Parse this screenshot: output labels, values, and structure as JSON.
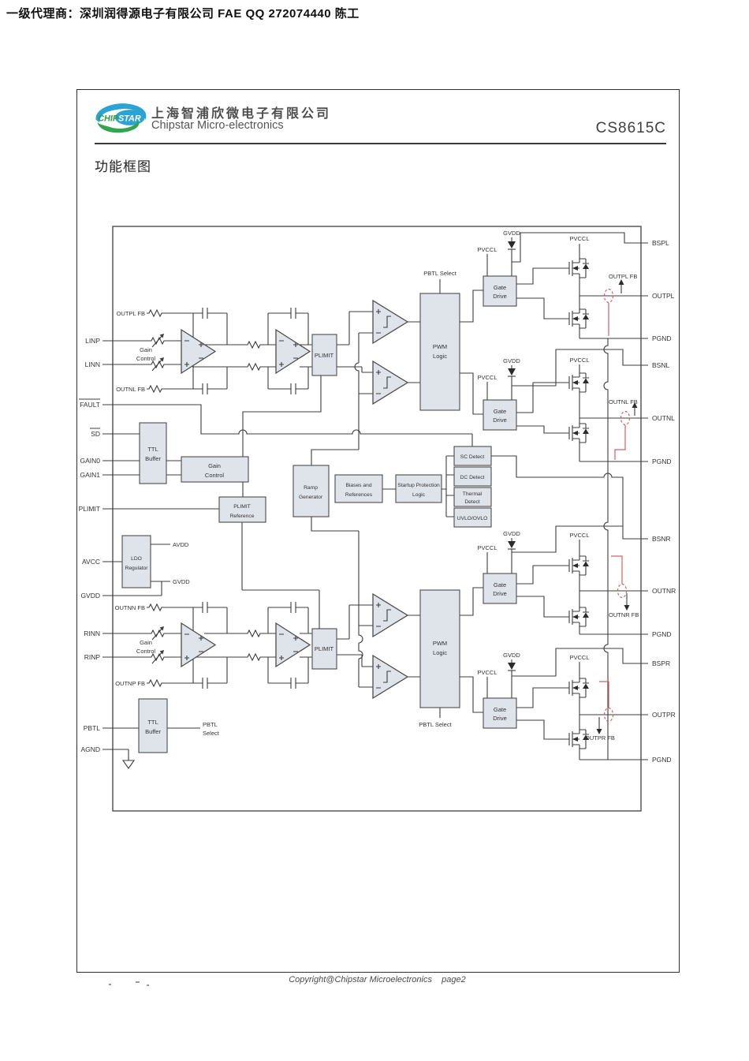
{
  "header": {
    "distributor_line": "一级代理商：深圳润得源电子有限公司  FAE QQ  272074440 陈工"
  },
  "brand": {
    "logo_chip": "CHIP",
    "logo_star": "STAR",
    "company_cn": "上海智浦欣微电子有限公司",
    "company_en": "Chipstar Micro-electronics",
    "part_number": "CS8615C"
  },
  "section": {
    "title": "功能框图"
  },
  "footer": {
    "copyright": "Copyright@Chipstar Microelectronics    page2"
  },
  "colors": {
    "accent_red": "#d95f5f",
    "block_fill": "#dfe3ea",
    "line": "#3c3c3c",
    "logo_blue": "#2ba3d4",
    "logo_green": "#33a64c"
  },
  "diagram": {
    "left_pins": [
      "LINP",
      "LINN",
      "FAULT",
      "SD",
      "GAIN0",
      "GAIN1",
      "PLIMIT",
      "AVCC",
      "GVDD",
      "RINN",
      "RINP",
      "PBTL",
      "AGND"
    ],
    "right_pins": [
      "BSPL",
      "OUTPL",
      "PGND",
      "BSNL",
      "OUTNL",
      "PGND",
      "BSNR",
      "OUTNR",
      "PGND",
      "BSPR",
      "OUTPR",
      "PGND"
    ],
    "labels": {
      "outpl_fb": "OUTPL FB",
      "outnl_fb": "OUTNL FB",
      "outnn_fb": "OUTNN FB",
      "outnp_fb": "OUTNP FB",
      "outnr_fb": "OUTNR FB",
      "outpr_fb": "OUTPR FB",
      "gain": "Gain",
      "control": "Control",
      "plimit": "PLIMIT",
      "reference": "Reference",
      "pwm": "PWM",
      "logic": "Logic",
      "gate": "Gate",
      "drive": "Drive",
      "pvccl": "PVCCL",
      "gvdd": "GVDD",
      "avdd": "AVDD",
      "pbtl_select": "PBTL Select",
      "pbtl_line": "PBTL",
      "select_line": "Select",
      "ttl": "TTL",
      "buffer": "Buffer",
      "ldo": "LDO",
      "regulator": "Regulator",
      "ramp": "Ramp",
      "generator": "Generator",
      "biases_and": "Biases and",
      "references": "References",
      "startup_protection": "Startup Protection",
      "sc_detect": "SC Detect",
      "dc_detect": "DC Detect",
      "thermal": "Thermal",
      "detect": "Detect",
      "uvlo_ovlo": "UVLO/OVLO"
    }
  }
}
